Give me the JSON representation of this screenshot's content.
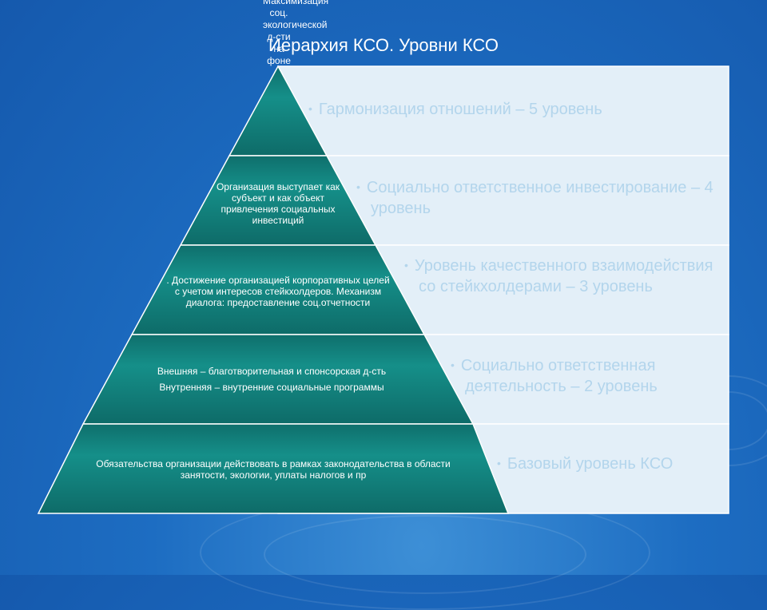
{
  "title": "Иерархия КСО. Уровни КСО",
  "colors": {
    "tier": "#128782",
    "tier_dark": "#0d6461",
    "panel": "#e3eff8",
    "panel_text": "#b3d5ec"
  },
  "levels": [
    {
      "label": "Гармонизация отношений – 5 уровень"
    },
    {
      "label": "Социально ответственное инвестирование – 4 уровень"
    },
    {
      "label": "Уровень качественного взаимодействия со стейкхолдерами – 3 уровень"
    },
    {
      "label": "Социально ответственная деятельность – 2 уровень"
    },
    {
      "label": "Базовый уровень КСО"
    }
  ],
  "tiers": [
    {
      "text": "Максимизация соц. экологической д-сти на фоне"
    },
    {
      "text": "Организация выступает как субъект и как объект привлечения социальных инвестиций"
    },
    {
      "text": ". Достижение организацией корпоративных целей с учетом интересов стейкхолдеров. Механизм диалога: предоставление соц.отчетности"
    },
    {
      "line1": "Внешняя – благотворительная и спонсорская д-сть",
      "line2": "Внутренняя – внутренние социальные программы"
    },
    {
      "text": "Обязательства организации действовать в рамках законодательства  в области занятости, экологии, уплаты налогов и пр"
    }
  ]
}
